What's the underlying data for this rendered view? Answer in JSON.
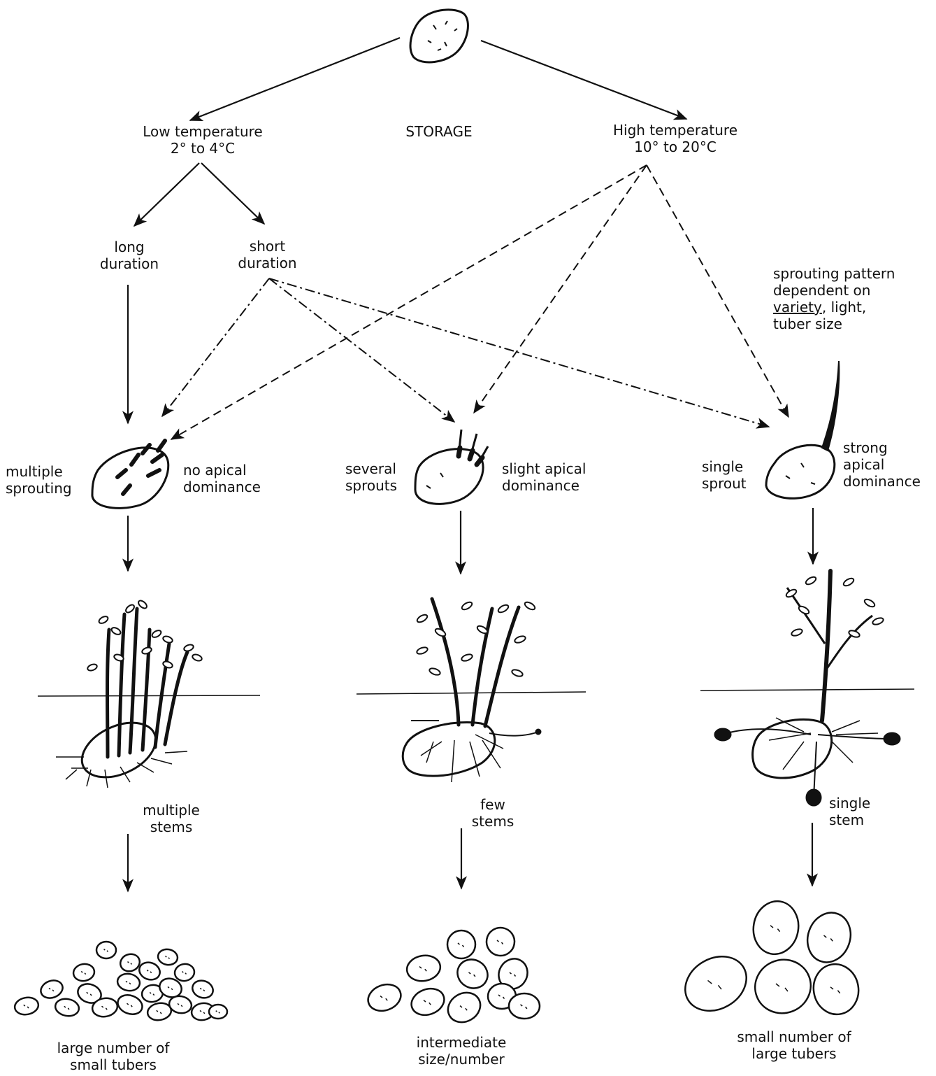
{
  "colors": {
    "ink": "#111111",
    "background": "#ffffff"
  },
  "icons": [
    "potato-icon",
    "sprouting-tuber-icon",
    "plant-icon",
    "tuber-pile-icon"
  ],
  "storage": {
    "title": "STORAGE",
    "low": {
      "line1": "Low temperature",
      "line2": "2° to 4°C"
    },
    "high": {
      "line1": "High temperature",
      "line2": "10° to 20°C"
    },
    "long": {
      "line1": "long",
      "line2": "duration"
    },
    "short": {
      "line1": "short",
      "line2": "duration"
    },
    "note": {
      "line1": "sprouting pattern",
      "line2": "dependent on",
      "line3_a": "variety",
      "line3_b": ", light,",
      "line4": "tuber size"
    }
  },
  "columns": [
    {
      "sprout_left": {
        "line1": "multiple",
        "line2": "sprouting"
      },
      "sprout_right": {
        "line1": "no apical",
        "line2": "dominance"
      },
      "stems": {
        "line1": "multiple",
        "line2": "stems"
      },
      "yield": {
        "line1": "large number of",
        "line2": "small tubers"
      }
    },
    {
      "sprout_left": {
        "line1": "several",
        "line2": "sprouts"
      },
      "sprout_right": {
        "line1": "slight apical",
        "line2": "dominance"
      },
      "stems": {
        "line1": "few",
        "line2": "stems"
      },
      "yield": {
        "line1": "intermediate",
        "line2": "size/number"
      }
    },
    {
      "sprout_left": {
        "line1": "single",
        "line2": "sprout"
      },
      "sprout_right": {
        "line1": "strong",
        "line2": "apical",
        "line3": "dominance"
      },
      "stems": {
        "line1": "single",
        "line2": "stem"
      },
      "yield": {
        "line1": "small number of",
        "line2": "large tubers"
      }
    }
  ]
}
